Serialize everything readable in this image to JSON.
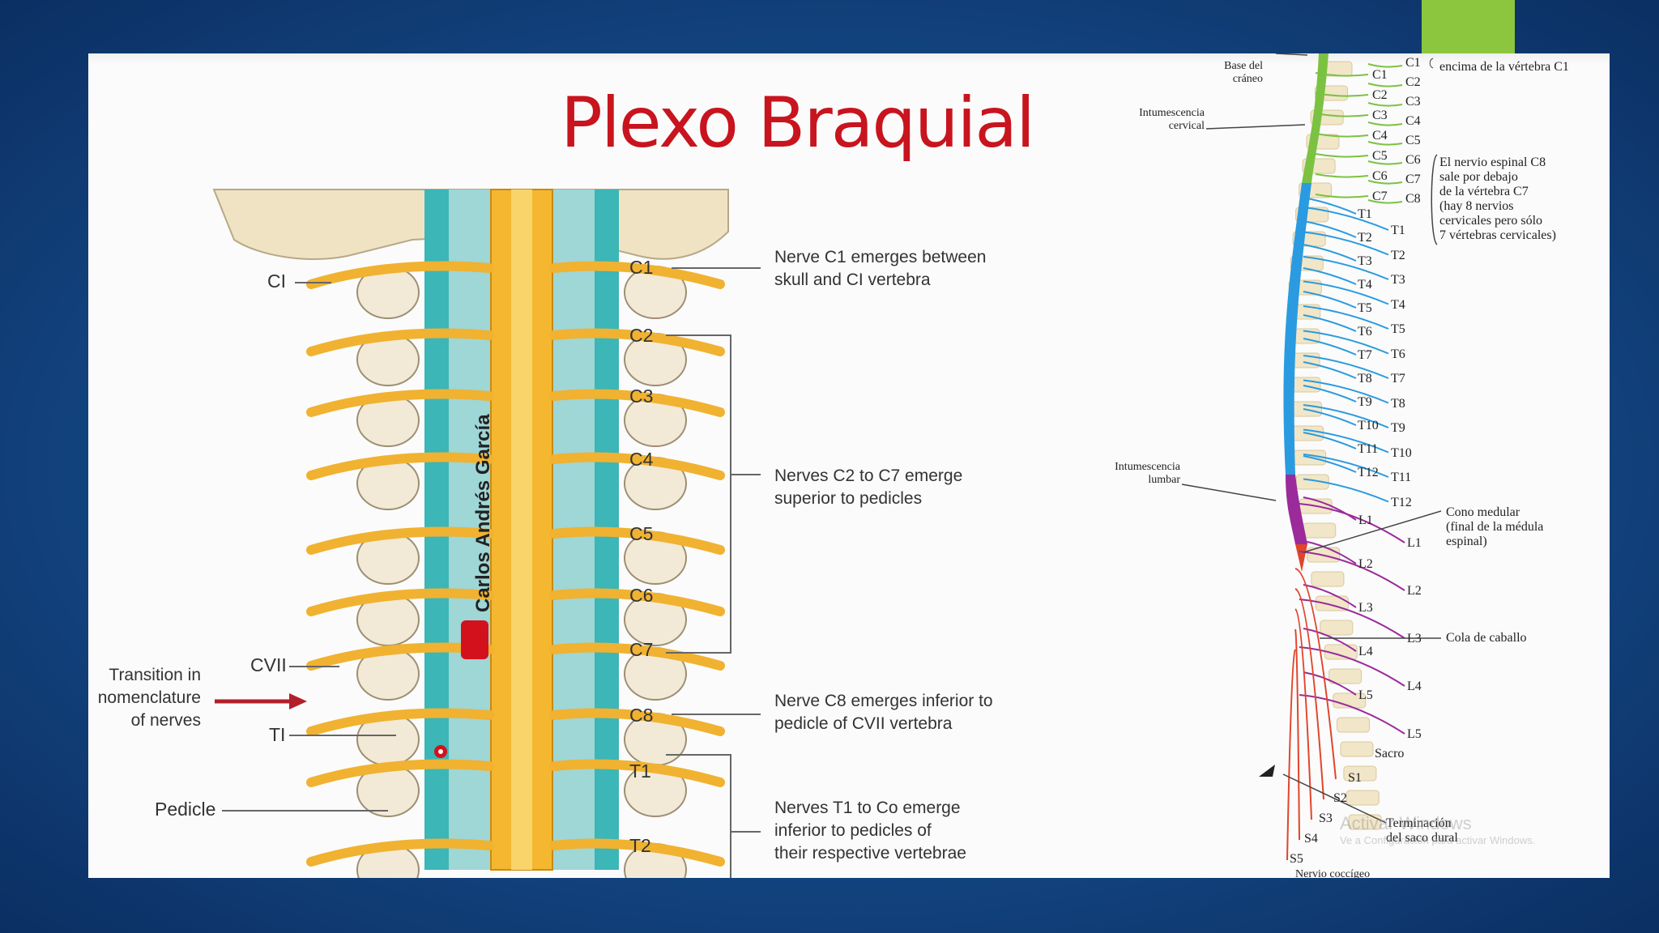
{
  "slide": {
    "title": "Plexo Braquial",
    "left_figure": {
      "vertebra_labels": [
        "CI",
        "CVII",
        "TI",
        "Pedicle"
      ],
      "nerve_labels": [
        "C1",
        "C2",
        "C3",
        "C4",
        "C5",
        "C6",
        "C7",
        "C8",
        "T1",
        "T2"
      ],
      "transition_note": [
        "Transition in",
        "nomenclature",
        "of nerves"
      ],
      "watermark": "Carlos Andrés García",
      "annotations": [
        [
          "Nerve C1 emerges between",
          "skull and CI vertebra"
        ],
        [
          "Nerves C2 to C7 emerge",
          "superior to pedicles"
        ],
        [
          "Nerve C8 emerges inferior to",
          "pedicle of CVII vertebra"
        ],
        [
          "Nerves T1 to Co emerge",
          "inferior to pedicles of",
          "their respective vertebrae"
        ]
      ]
    },
    "right_figure": {
      "region_labels": {
        "base_craneo": [
          "Base del",
          "cráneo"
        ],
        "int_cervical": [
          "Intumescencia",
          "cervical"
        ],
        "int_lumbar": [
          "Intumescencia",
          "lumbar"
        ],
        "c1_note": "encima de la vértebra C1",
        "c8_note": [
          "El nervio espinal C8",
          "sale por debajo",
          "de la vértebra C7",
          "(hay 8 nervios",
          "cervicales pero sólo",
          "7 vértebras cervicales)"
        ],
        "cono": [
          "Cono medular",
          "(final de la médula",
          "espinal)"
        ],
        "cola": "Cola de caballo",
        "sacro": "Sacro",
        "terminacion": [
          "Terminación",
          "del saco dural"
        ],
        "coccigeo": "Nervio coccígeo"
      },
      "cervical_inner": [
        "C1",
        "C2",
        "C3",
        "C4",
        "C5",
        "C6",
        "C7"
      ],
      "cervical_outer": [
        "C1",
        "C2",
        "C3",
        "C4",
        "C5",
        "C6",
        "C7",
        "C8"
      ],
      "thoracic_inner": [
        "T1",
        "T2",
        "T3",
        "T4",
        "T5",
        "T6",
        "T7",
        "T8",
        "T9",
        "T10",
        "T11",
        "T12"
      ],
      "thoracic_outer": [
        "T1",
        "T2",
        "T3",
        "T4",
        "T5",
        "T6",
        "T7",
        "T8",
        "T9",
        "T10",
        "T11",
        "T12"
      ],
      "lumbar_inner": [
        "L1",
        "L2",
        "L3",
        "L4",
        "L5"
      ],
      "lumbar_outer": [
        "L1",
        "L2",
        "L3",
        "L4",
        "L5"
      ],
      "sacral": [
        "S1",
        "S2",
        "S3",
        "S4",
        "S5"
      ]
    },
    "windows_watermark": [
      "Activar Windows",
      "Ve a Configuración para activar Windows."
    ],
    "colors": {
      "cervical": "#7cc242",
      "thoracic": "#2a9be0",
      "lumbar": "#9b2a9b",
      "sacral": "#e0452a",
      "nerve": "#f2b720",
      "title": "#c8141e"
    }
  }
}
